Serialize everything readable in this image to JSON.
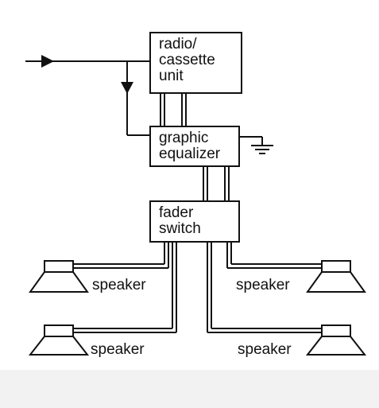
{
  "diagram": {
    "radio_unit": {
      "line1": "radio/",
      "line2": "cassette",
      "line3": "unit"
    },
    "equalizer": {
      "line1": "graphic",
      "line2": "equalizer"
    },
    "fader": {
      "line1": "fader",
      "line2": "switch"
    },
    "speakers": [
      {
        "label": "speaker"
      },
      {
        "label": "speaker"
      },
      {
        "label": "speaker"
      },
      {
        "label": "speaker"
      }
    ],
    "colors": {
      "ink": "#111111",
      "background": "#ffffff",
      "strip": "#f2f2f2"
    }
  }
}
